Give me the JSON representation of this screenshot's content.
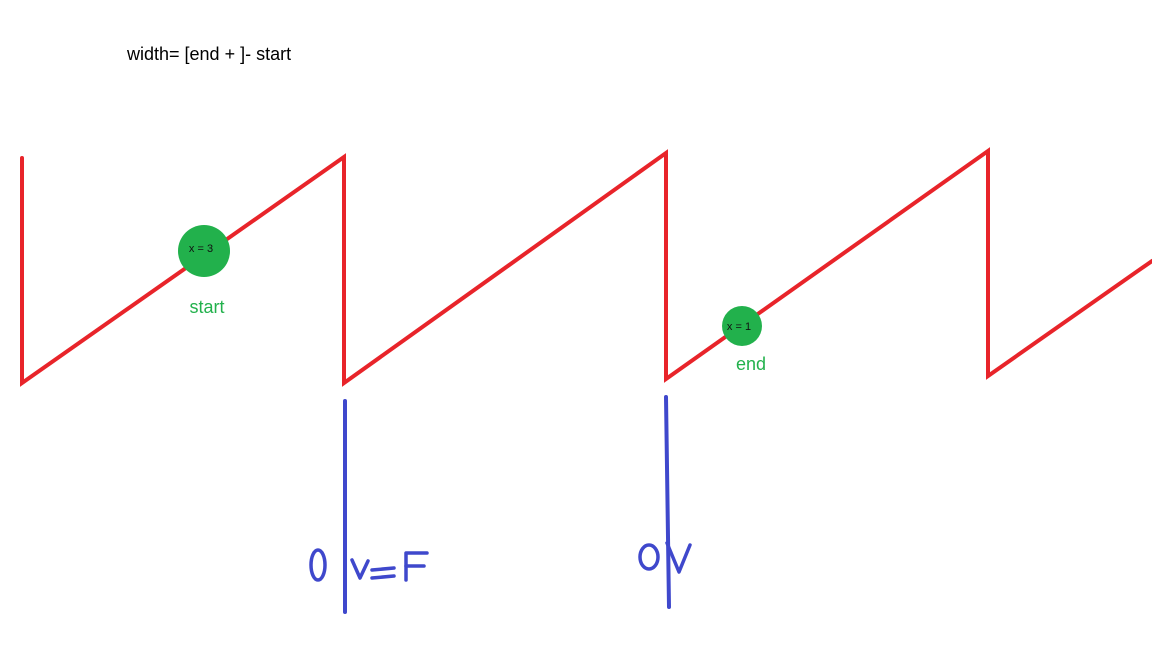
{
  "formula": "width= [end + ]- start",
  "colors": {
    "wave": "#e8242a",
    "marker": "#22b14c",
    "divider": "#3f48cc",
    "text": "#000000"
  },
  "markers": {
    "start": {
      "value": "x = 3",
      "caption": "start"
    },
    "end": {
      "value": "x = 1",
      "caption": "end"
    }
  },
  "dividers": {
    "left": {
      "label": "0 v=F"
    },
    "right": {
      "label": "0V"
    }
  }
}
